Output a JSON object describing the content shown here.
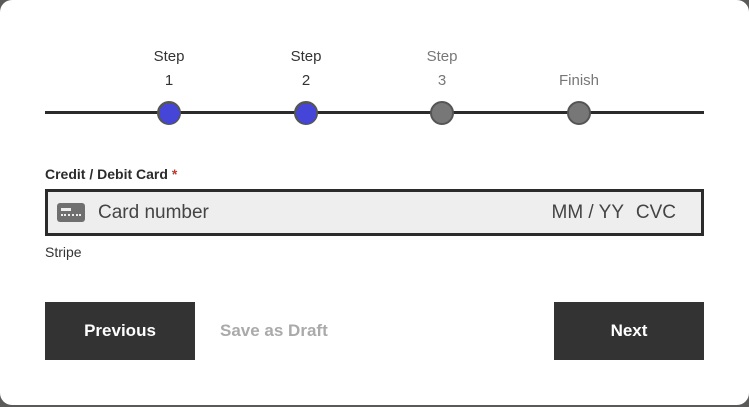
{
  "progress": {
    "steps": [
      {
        "line1": "Step",
        "line2": "1",
        "state": "complete",
        "color": "#4545d8"
      },
      {
        "line1": "Step",
        "line2": "2",
        "state": "current",
        "color": "#4545d8"
      },
      {
        "line1": "Step",
        "line2": "3",
        "state": "upcoming",
        "color": "#777777"
      },
      {
        "line1": "",
        "line2": "Finish",
        "state": "upcoming",
        "color": "#777777"
      }
    ]
  },
  "payment": {
    "label": "Credit / Debit Card",
    "required_mark": "*",
    "card_number_placeholder": "Card number",
    "expiry_placeholder": "MM / YY",
    "cvc_placeholder": "CVC",
    "card_icon": "credit-card-icon",
    "provider": "Stripe"
  },
  "actions": {
    "previous_label": "Previous",
    "save_draft_label": "Save as Draft",
    "next_label": "Next"
  },
  "colors": {
    "accent": "#4545d8",
    "dark": "#333333",
    "muted": "#aaaaaa"
  }
}
